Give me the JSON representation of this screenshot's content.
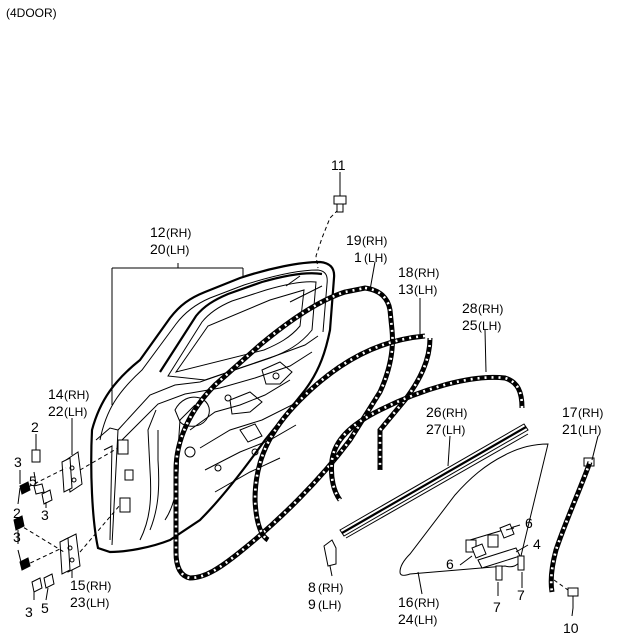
{
  "header": {
    "variant": "(4DOOR)"
  },
  "callouts": {
    "p11": "11",
    "p12_20": {
      "a": "12",
      "a_side": "(RH)",
      "b": "20",
      "b_side": "(LH)"
    },
    "p19_1": {
      "a": "19",
      "a_side": "(RH)",
      "b": "1",
      "b_side": "(LH)"
    },
    "p18_13": {
      "a": "18",
      "a_side": "(RH)",
      "b": "13",
      "b_side": "(LH)"
    },
    "p28_25": {
      "a": "28",
      "a_side": "(RH)",
      "b": "25",
      "b_side": "(LH)"
    },
    "p26_27": {
      "a": "26",
      "a_side": "(RH)",
      "b": "27",
      "b_side": "(LH)"
    },
    "p17_21": {
      "a": "17",
      "a_side": "(RH)",
      "b": "21",
      "b_side": "(LH)"
    },
    "p14_22": {
      "a": "14",
      "a_side": "(RH)",
      "b": "22",
      "b_side": "(LH)"
    },
    "p15_23": {
      "a": "15",
      "a_side": "(RH)",
      "b": "23",
      "b_side": "(LH)"
    },
    "p8_9": {
      "a": "8",
      "a_side": "(RH)",
      "b": "9",
      "b_side": "(LH)"
    },
    "p16_24": {
      "a": "16",
      "a_side": "(RH)",
      "b": "24",
      "b_side": "(LH)"
    },
    "p2_upper": "2",
    "p3_upper_left": "3",
    "p2_mid": "2",
    "p5_upper": "5",
    "p3_upper_right": "3",
    "p3_lower_left": "3",
    "p3_bottom": "3",
    "p5_lower": "5",
    "p6_upper": "6",
    "p4": "4",
    "p6_lower": "6",
    "p7_left": "7",
    "p7_right": "7",
    "p10": "10"
  }
}
